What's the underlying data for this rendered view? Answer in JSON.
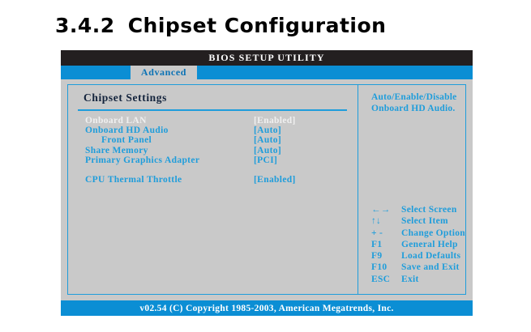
{
  "section": {
    "number": "3.4.2",
    "title": "Chipset Configuration"
  },
  "bios": {
    "title": "BIOS SETUP UTILITY",
    "footer": "v02.54 (C) Copyright 1985-2003, American Megatrends, Inc.",
    "tabs": [
      {
        "label": "Advanced",
        "active": true
      }
    ],
    "settings_panel": {
      "heading": "Chipset Settings",
      "rows": [
        {
          "label": "Onboard LAN",
          "value": "[Enabled]",
          "selected": true,
          "indented": false
        },
        {
          "label": "Onboard HD Audio",
          "value": "[Auto]",
          "selected": false,
          "indented": false
        },
        {
          "label": "Front Panel",
          "value": "[Auto]",
          "selected": false,
          "indented": true
        },
        {
          "label": "Share Memory",
          "value": "[Auto]",
          "selected": false,
          "indented": false
        },
        {
          "label": "Primary Graphics Adapter",
          "value": "[PCI]",
          "selected": false,
          "indented": false
        },
        {
          "spacer": true
        },
        {
          "label": "CPU Thermal Throttle",
          "value": "[Enabled]",
          "selected": false,
          "indented": false
        }
      ]
    },
    "help_panel": {
      "lines": [
        "Auto/Enable/Disable",
        "Onboard HD Audio."
      ],
      "keys": [
        {
          "key": "←→",
          "desc": "Select Screen"
        },
        {
          "key": "↑↓",
          "desc": "Select Item"
        },
        {
          "key": "+ -",
          "desc": "Change Option"
        },
        {
          "key": "F1",
          "desc": "General Help"
        },
        {
          "key": "F9",
          "desc": "Load Defaults"
        },
        {
          "key": "F10",
          "desc": "Save and Exit"
        },
        {
          "key": "ESC",
          "desc": "Exit"
        }
      ]
    }
  },
  "colors": {
    "accent_blue": "#1f9ddb",
    "bar_blue": "#0b8ed4",
    "titlebar_dark": "#231f20",
    "panel_gray": "#c9c9c9",
    "selected_text": "#f0f0f0",
    "heading_navy": "#13233c"
  }
}
